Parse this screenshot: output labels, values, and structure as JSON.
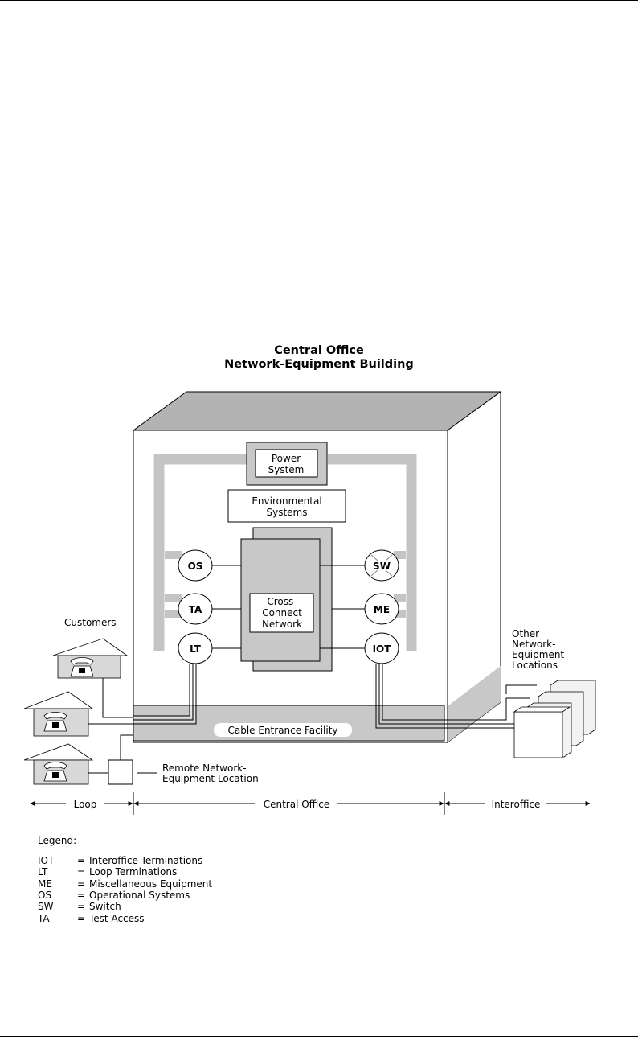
{
  "title_line1": "Central Office",
  "title_line2": "Network-Equipment Building",
  "power_system": [
    "Power",
    "System"
  ],
  "environmental_systems": [
    "Environmental",
    "Systems"
  ],
  "cross_connect": [
    "Cross-",
    "Connect",
    "Network"
  ],
  "nodes": {
    "os": "OS",
    "ta": "TA",
    "lt": "LT",
    "sw": "SW",
    "me": "ME",
    "iot": "IOT"
  },
  "customers": "Customers",
  "other_locations": [
    "Other",
    "Network-",
    "Equipment",
    "Locations"
  ],
  "cable_entrance": "Cable Entrance Facility",
  "remote_location": [
    "Remote Network-",
    "Equipment Location"
  ],
  "zones": {
    "loop": "Loop",
    "central_office": "Central Office",
    "interoffice": "Interoffice"
  },
  "legend": {
    "title": "Legend:",
    "items": [
      {
        "abbr": "IOT",
        "eq": "=",
        "desc": "Interoffice Terminations"
      },
      {
        "abbr": "LT",
        "eq": "=",
        "desc": "Loop Terminations"
      },
      {
        "abbr": "ME",
        "eq": "=",
        "desc": "Miscellaneous Equipment"
      },
      {
        "abbr": "OS",
        "eq": "=",
        "desc": "Operational Systems"
      },
      {
        "abbr": "SW",
        "eq": "=",
        "desc": "Switch"
      },
      {
        "abbr": "TA",
        "eq": "=",
        "desc": "Test Access"
      }
    ]
  },
  "colors": {
    "roof": "#b3b3b3",
    "side": "#c8c8c8",
    "front": "#ffffff",
    "bus": "#c4c4c4",
    "panel": "#c8c8c8",
    "line": "#000000"
  }
}
